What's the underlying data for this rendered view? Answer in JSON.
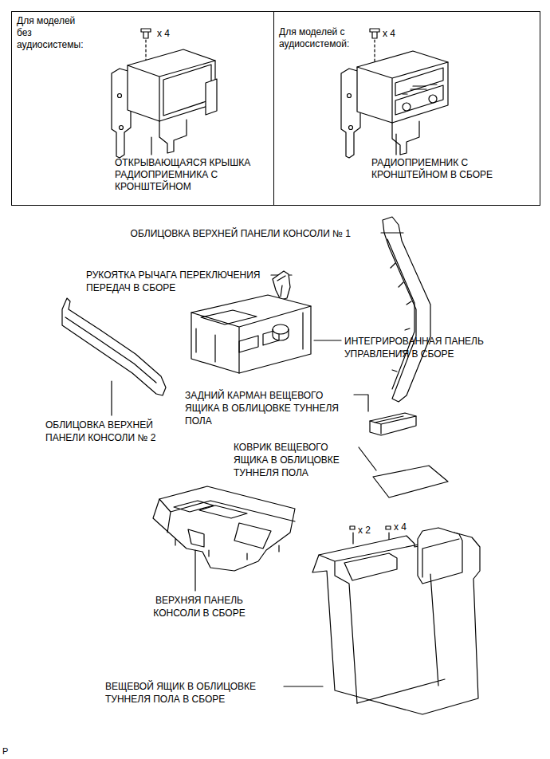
{
  "diagram": {
    "nodes": [
      {
        "text": [
          "Для моделей без аудиосистемы:",
          "x 4",
          "ОТКРЫВАЮЩАЯСЯ КРЫШКА РАДИОПРИЕМНИКА С КРОНШТЕЙНОМ"
        ]
      },
      {
        "text": [
          "Для моделей с аудиосистемой:",
          "x 4",
          "РАДИОПРИЕМНИК С КРОНШТЕЙНОМ В СБОРЕ"
        ]
      }
    ],
    "labels": [
      "ОБЛИЦОВКА ВЕРХНЕЙ ПАНЕЛИ КОНСОЛИ № 1",
      "РУКОЯТКА РЫЧАГА ПЕРЕКЛЮЧЕНИЯ ПЕРЕДАЧ В СБОРЕ",
      "ИНТЕГРИРОВАННАЯ ПАНЕЛЬ УПРАВЛЕНИЯ В СБОРЕ",
      "ОБЛИЦОВКА ВЕРХНЕЙ ПАНЕЛИ КОНСОЛИ № 2",
      "ЗАДНИЙ КАРМАН ВЕЩЕВОГО ЯЩИКА В ОБЛИЦОВКЕ ТУННЕЛЯ ПОЛА",
      "КОВРИК ВЕЩЕВОГО ЯЩИКА В ОБЛИЦОВКЕ ТУННЕЛЯ ПОЛА",
      "x 2",
      "x 4",
      "ВЕРХНЯЯ ПАНЕЛЬ КОНСОЛИ В СБОРЕ",
      "ВЕЩЕВОЙ ЯЩИК В ОБЛИЦОВКЕ ТУННЕЛЯ ПОЛА В СБОРЕ",
      "P"
    ]
  }
}
